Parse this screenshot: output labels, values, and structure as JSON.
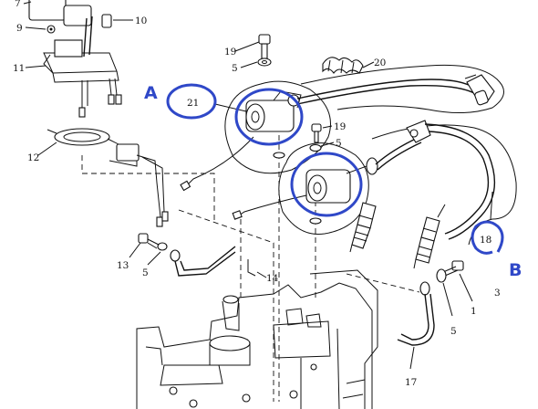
{
  "callouts": {
    "n1": "1",
    "n3": "3",
    "n5a": "5",
    "n5b": "5",
    "n5c": "5",
    "n5d": "5",
    "n9": "9",
    "n10": "10",
    "n11": "11",
    "n12": "12",
    "n13": "13",
    "n14": "14",
    "n17": "17",
    "n18": "18",
    "n19a": "19",
    "n19b": "19",
    "n20": "20",
    "n21": "21",
    "n7": "7"
  },
  "annotations": {
    "a": "A",
    "b": "B"
  },
  "colors": {
    "annotation": "#2f48c8",
    "line": "#111111"
  }
}
